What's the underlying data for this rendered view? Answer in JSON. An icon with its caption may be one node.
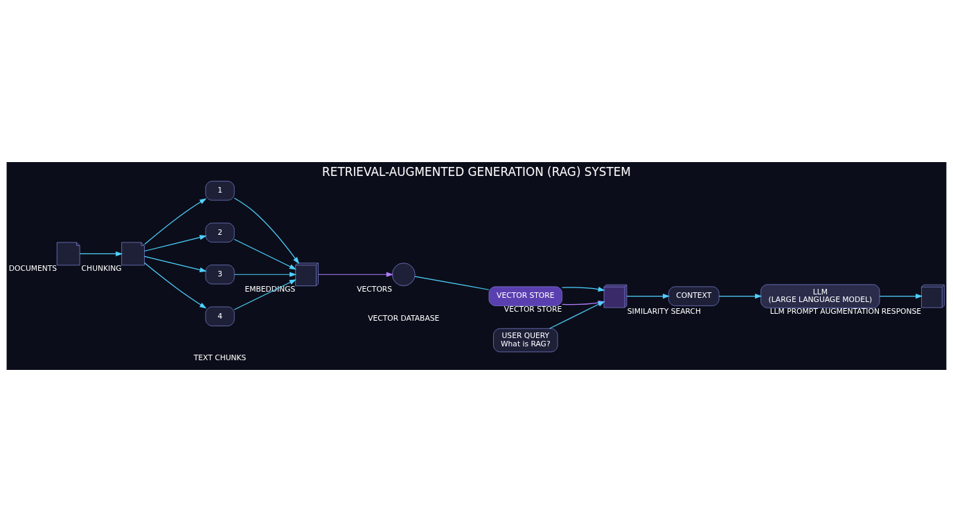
{
  "diagram": {
    "title": "RETRIEVAL-AUGMENTED GENERATION (RAG) SYSTEM",
    "nodes": [
      {
        "text": [],
        "shape": "picture",
        "beside": [
          "DOCUMENTS"
        ]
      },
      {
        "text": [],
        "shape": "picture",
        "beside": [
          "CHUNKING"
        ]
      },
      {
        "text": [
          "1"
        ]
      },
      {
        "text": [
          "2"
        ]
      },
      {
        "text": [
          "3"
        ]
      },
      {
        "text": [
          "4"
        ]
      },
      {
        "text": [],
        "shape": "box",
        "beside": [
          "EMBEDDINGS"
        ]
      },
      {
        "text": [],
        "shape": "circle",
        "beside": [
          "VECTORS"
        ]
      },
      {
        "text": [
          "VECTOR STORE"
        ],
        "beside": [
          "VECTOR STORE"
        ]
      },
      {
        "text": [
          "USER QUERY",
          "What is RAG?"
        ]
      },
      {
        "text": [],
        "shape": "box",
        "beside": [
          "SIMILARITY SEARCH"
        ]
      },
      {
        "text": [
          "CONTEXT"
        ]
      },
      {
        "text": [
          "LLM",
          "(LARGE LANGUAGE MODEL)"
        ],
        "beside": [
          "LLM PROMPT AUGMENTATION"
        ]
      },
      {
        "text": [],
        "shape": "box",
        "beside": [
          "RESPONSE"
        ]
      }
    ],
    "edges": [
      {
        "from": 0,
        "to": 1,
        "arrow": "to"
      },
      {
        "from": 1,
        "to": 2,
        "arrow": "to"
      },
      {
        "from": 1,
        "to": 3,
        "arrow": "to"
      },
      {
        "from": 1,
        "to": 4,
        "arrow": "to"
      },
      {
        "from": 1,
        "to": 5,
        "arrow": "to"
      },
      {
        "from": 2,
        "to": 6,
        "arrow": "to"
      },
      {
        "from": 3,
        "to": 6,
        "arrow": "to"
      },
      {
        "from": 4,
        "to": 6,
        "arrow": "to"
      },
      {
        "from": 5,
        "to": 6,
        "arrow": "to"
      },
      {
        "from": 6,
        "to": 7,
        "arrow": "to",
        "color": "#b07cff"
      },
      {
        "from": 7,
        "to": 8,
        "arrow": "none"
      },
      {
        "from": 8,
        "to": 10,
        "arrow": "to",
        "color": "#b07cff"
      },
      {
        "from": 8,
        "to": 10,
        "arrow": "to"
      },
      {
        "from": 9,
        "to": 10,
        "arrow": "to"
      },
      {
        "from": 10,
        "to": 11,
        "arrow": "to"
      },
      {
        "from": 11,
        "to": 12,
        "arrow": "to"
      },
      {
        "from": 12,
        "to": 13,
        "arrow": "to"
      }
    ],
    "labels": [
      "VECTOR DATABASE",
      "TEXT CHUNKS"
    ]
  }
}
